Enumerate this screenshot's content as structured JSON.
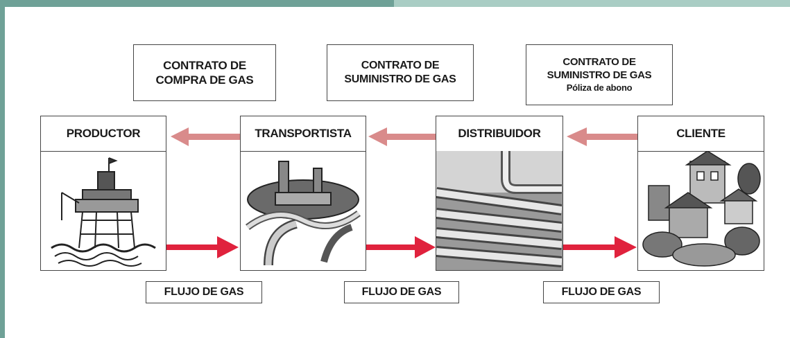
{
  "contracts": [
    {
      "lines": [
        "CONTRATO DE",
        "COMPRA DE GAS"
      ]
    },
    {
      "lines": [
        "CONTRATO DE",
        "SUMINISTRO DE GAS"
      ]
    },
    {
      "lines": [
        "CONTRATO DE",
        "SUMINISTRO DE GAS"
      ],
      "note": "Póliza de abono"
    }
  ],
  "actors": [
    {
      "label": "PRODUCTOR",
      "icon": "offshore-platform-icon"
    },
    {
      "label": "TRANSPORTISTA",
      "icon": "pipeline-plant-icon"
    },
    {
      "label": "DISTRIBUIDOR",
      "icon": "pipes-network-icon"
    },
    {
      "label": "CLIENTE",
      "icon": "houses-icon"
    }
  ],
  "flows": [
    {
      "label": "FLUJO DE GAS"
    },
    {
      "label": "FLUJO DE GAS"
    },
    {
      "label": "FLUJO DE GAS"
    }
  ],
  "colors": {
    "contract_arrow": "#d98b8b",
    "flow_arrow": "#e0223d",
    "header_band_dark": "#6fa197",
    "header_band_light": "#a9cdc4"
  }
}
